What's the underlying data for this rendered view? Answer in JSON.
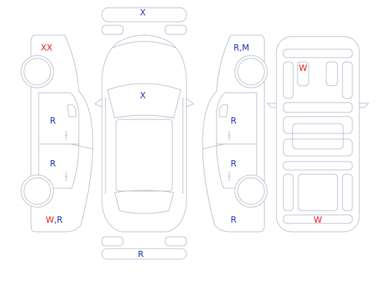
{
  "marks": {
    "roof": "X",
    "hood": "X",
    "rear_bumper": "R",
    "left_front_fender": "XX",
    "left_front_door": "R",
    "left_rear_door": "R",
    "left_rear_quarter_red": "W",
    "left_rear_quarter_sep": ",",
    "left_rear_quarter_blue": "R",
    "right_front_fender": "R,M",
    "right_front_door": "R",
    "right_rear_door": "R",
    "right_rear_quarter": "R",
    "interior_front_seat": "W",
    "interior_cargo": "W"
  },
  "colors": {
    "outline": "#b9c0cd",
    "mark_blue": "#1b2fb4",
    "mark_red": "#e21c1c"
  }
}
